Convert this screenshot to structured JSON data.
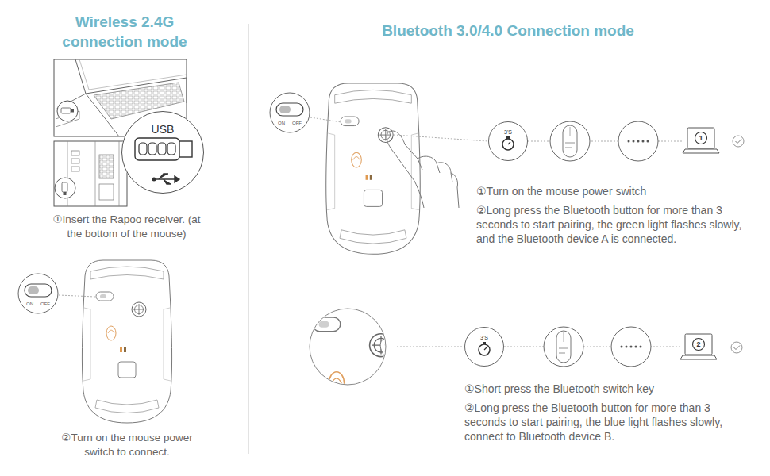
{
  "diagram": {
    "nodes": [
      {
        "text": [
          "USB"
        ]
      },
      {
        "text": [
          "3'S"
        ]
      },
      {
        "text": [
          "1"
        ]
      },
      {
        "text": [
          "3'S"
        ]
      },
      {
        "text": [
          "2"
        ]
      }
    ],
    "edges": [
      {
        "from": 1,
        "to": 2,
        "arrow": "none"
      },
      {
        "from": 3,
        "to": 4,
        "arrow": "none"
      }
    ],
    "labels": [
      "Wireless 2.4G connection mode",
      "Bluetooth 3.0/4.0 Connection mode",
      "①Insert the Rapoo receiver. (at the bottom of the mouse)",
      "ON",
      "OFF",
      "②Turn on the mouse power switch to connect.",
      "ON",
      "OFF",
      "①Turn on the mouse power switch",
      "②Long press the Bluetooth button for more than 3 seconds to start pairing, the green light flashes slowly, and the Bluetooth device A is connected.",
      "①Short press the Bluetooth switch key",
      "②Long press the Bluetooth button for more than 3 seconds to start pairing, the blue light flashes slowly, connect to Bluetooth device B."
    ]
  }
}
